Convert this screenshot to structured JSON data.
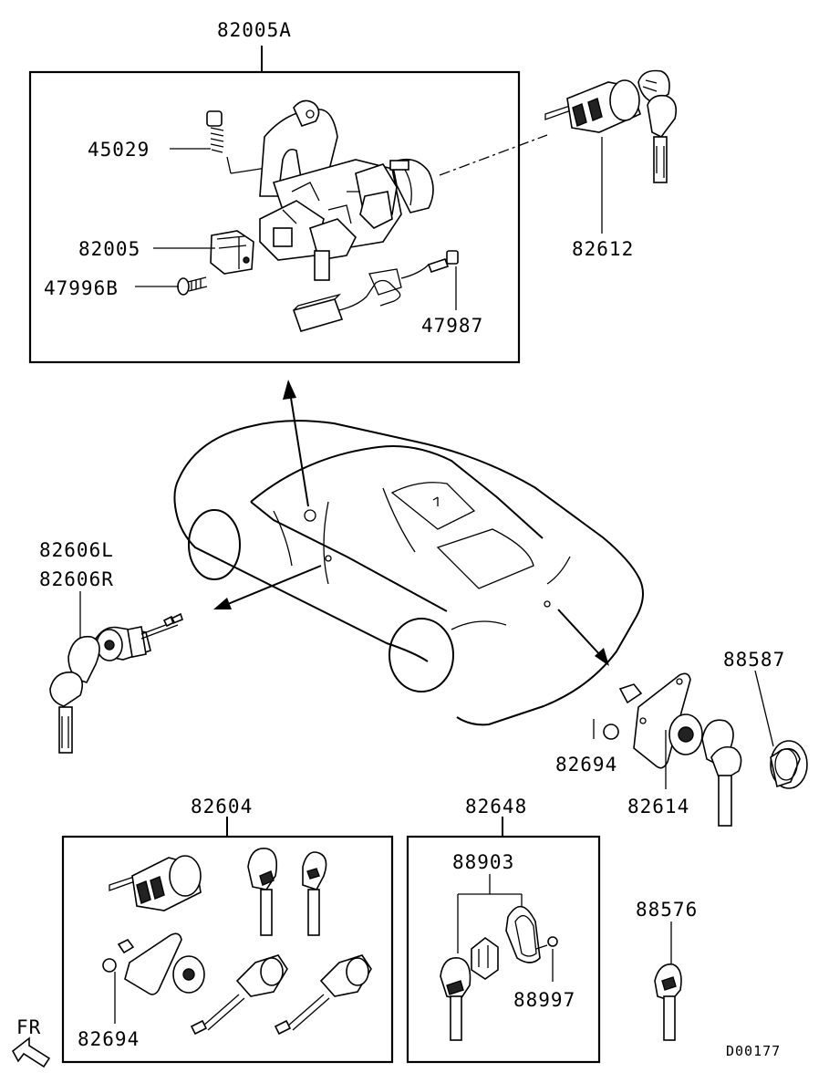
{
  "labels": {
    "p82005A": "82005A",
    "p45029": "45029",
    "p82005": "82005",
    "p47996B": "47996B",
    "p47987": "47987",
    "p82612": "82612",
    "p82606L": "82606L",
    "p82606R": "82606R",
    "p88587": "88587",
    "p82694_right": "82694",
    "p82614": "82614",
    "p82604": "82604",
    "p82648": "82648",
    "p88903": "88903",
    "p88997": "88997",
    "p88576": "88576",
    "p82694_bottom": "82694"
  },
  "fr_label": "FR",
  "diagram_code": "D00177"
}
